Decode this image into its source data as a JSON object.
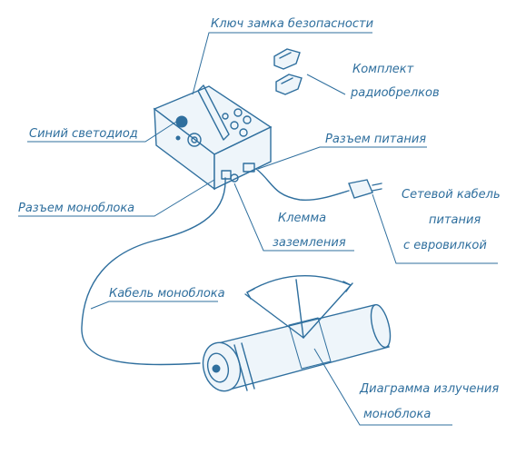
{
  "labels": {
    "safety_key": "Ключ замка безопасности",
    "radio_fob_kit_line1": "Комплект",
    "radio_fob_kit_line2": "радиобрелков",
    "blue_led": "Синий светодиод",
    "power_connector": "Разъем питания",
    "monoblock_connector": "Разъем моноблока",
    "power_cable_line1": "Сетевой кабель",
    "power_cable_line2": "питания",
    "power_cable_line3": "с евровилкой",
    "ground_terminal_line1": "Клемма",
    "ground_terminal_line2": "заземления",
    "monoblock_cable": "Кабель моноблока",
    "radiation_diagram_line1": "Диаграмма излучения",
    "radiation_diagram_line2": "моноблока"
  },
  "colors": {
    "line": "#2f6f9e",
    "background": "#ffffff"
  }
}
